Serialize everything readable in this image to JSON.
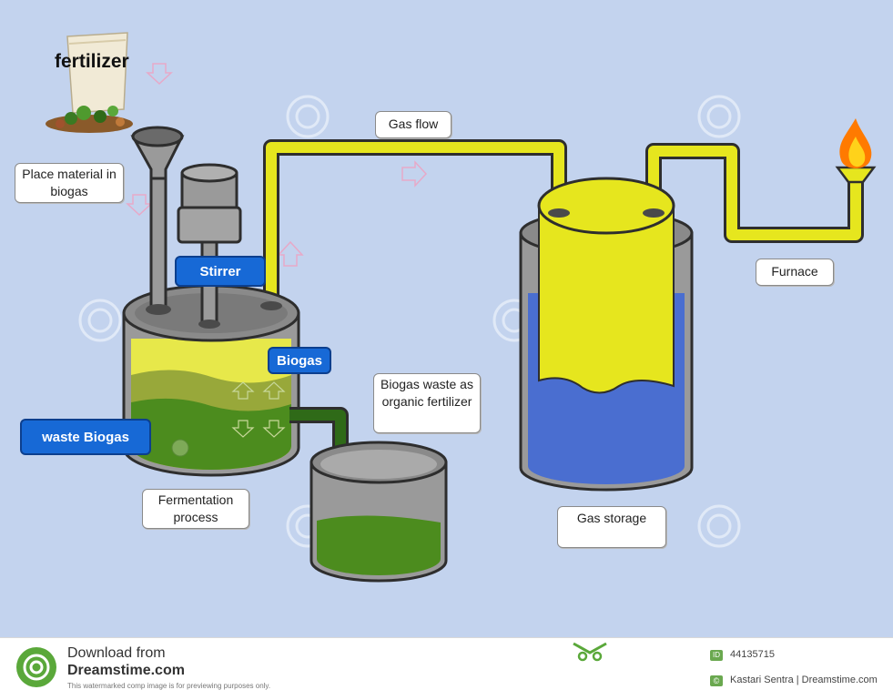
{
  "labels": {
    "fertilizer": "fertilizer",
    "place_material": "Place material in biogas",
    "stirrer": "Stirrer",
    "biogas": "Biogas",
    "waste_biogas": "waste Biogas",
    "fermentation": "Fermentation process",
    "gas_flow": "Gas flow",
    "biogas_waste": "Biogas waste as organic fertilizer",
    "gas_storage": "Gas storage",
    "furnace": "Furnace"
  },
  "footer": {
    "download": "Download from",
    "site": "Dreamstime.com",
    "note": "This watermarked comp image is for previewing purposes only.",
    "id_badge": "ID",
    "id": "44135715",
    "copyright_symbol": "©",
    "credit": "Kastari Sentra | Dreamstime.com"
  },
  "colors": {
    "background": "#c3d3ee",
    "pipe": "#e6e61e",
    "slurry": "#4c8c1e",
    "water": "#4a6ed0",
    "tank_gray": "#8a8a8a",
    "label_blue": "#1769d6",
    "flame": "#ff8a00"
  },
  "icons": [
    "fertilizer-bag-icon",
    "flame-icon",
    "dreamstime-logo-icon",
    "scissors-icon"
  ]
}
